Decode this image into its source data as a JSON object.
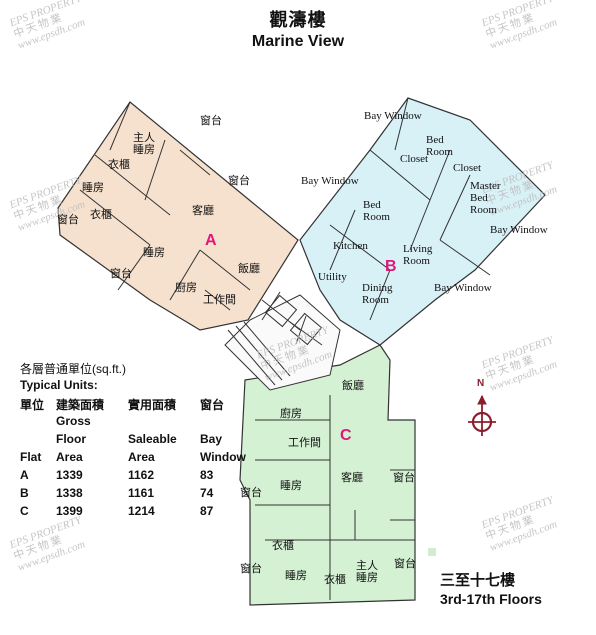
{
  "title": {
    "zh": "觀濤樓",
    "en": "Marine View"
  },
  "watermark": {
    "en": "EPS PROPERTY",
    "zh": "中天物業",
    "url": "www.epsdh.com"
  },
  "colors": {
    "unit_a": "#f6e1cf",
    "unit_b": "#d8f1f7",
    "unit_c": "#d4f1d4",
    "label_accent": "#e0167a"
  },
  "units": {
    "a": {
      "letter": "A"
    },
    "b": {
      "letter": "B"
    },
    "c": {
      "letter": "C"
    }
  },
  "rooms": {
    "a_master": "主人\n睡房",
    "a_balcony1": "窗台",
    "a_closet1": "衣櫃",
    "a_bed1": "睡房",
    "a_balcony2": "窗台",
    "a_balcony3": "窗台",
    "a_closet2": "衣櫃",
    "a_living": "客廳",
    "a_bed2": "睡房",
    "a_balcony4": "窗台",
    "a_kitchen": "廚房",
    "a_dining": "飯廳",
    "a_utility": "工作間",
    "b_bay1": "Bay Window",
    "b_bedroom1": "Bed\nRoom",
    "b_closet1": "Closet",
    "b_closet2": "Closet",
    "b_bay2": "Bay Window",
    "b_bedroom2": "Bed\nRoom",
    "b_master": "Master\nBed\nRoom",
    "b_bay3": "Bay Window",
    "b_kitchen": "Kitchen",
    "b_living": "Living\nRoom",
    "b_utility": "Utility",
    "b_dining": "Dining\nRoom",
    "b_bay4": "Bay Window",
    "c_dining": "飯廳",
    "c_kitchen": "廚房",
    "c_utility": "工作間",
    "c_balcony1": "窗台",
    "c_bed1": "睡房",
    "c_living": "客廳",
    "c_balcony2": "窗台",
    "c_closet": "衣櫃",
    "c_closet2": "衣櫃",
    "c_balcony3": "窗台",
    "c_bed2": "睡房",
    "c_master": "主人\n睡房",
    "c_balcony4": "窗台"
  },
  "table": {
    "heading": "各層普通單位(sq.ft.)",
    "subheading": "Typical Units:",
    "headers_zh": [
      "單位",
      "建築面積",
      "實用面積",
      "窗台"
    ],
    "headers_en_1": [
      "",
      "Gross",
      "",
      ""
    ],
    "headers_en_2": [
      "",
      "Floor",
      "Saleable",
      "Bay"
    ],
    "headers_en_3": [
      "Flat",
      "Area",
      "Area",
      "Window"
    ],
    "rows": [
      [
        "A",
        "1339",
        "1162",
        "83"
      ],
      [
        "B",
        "1338",
        "1161",
        "74"
      ],
      [
        "C",
        "1399",
        "1214",
        "87"
      ]
    ]
  },
  "compass": {
    "label": "N"
  },
  "floors": {
    "zh": "三至十七樓",
    "en": "3rd-17th Floors"
  }
}
